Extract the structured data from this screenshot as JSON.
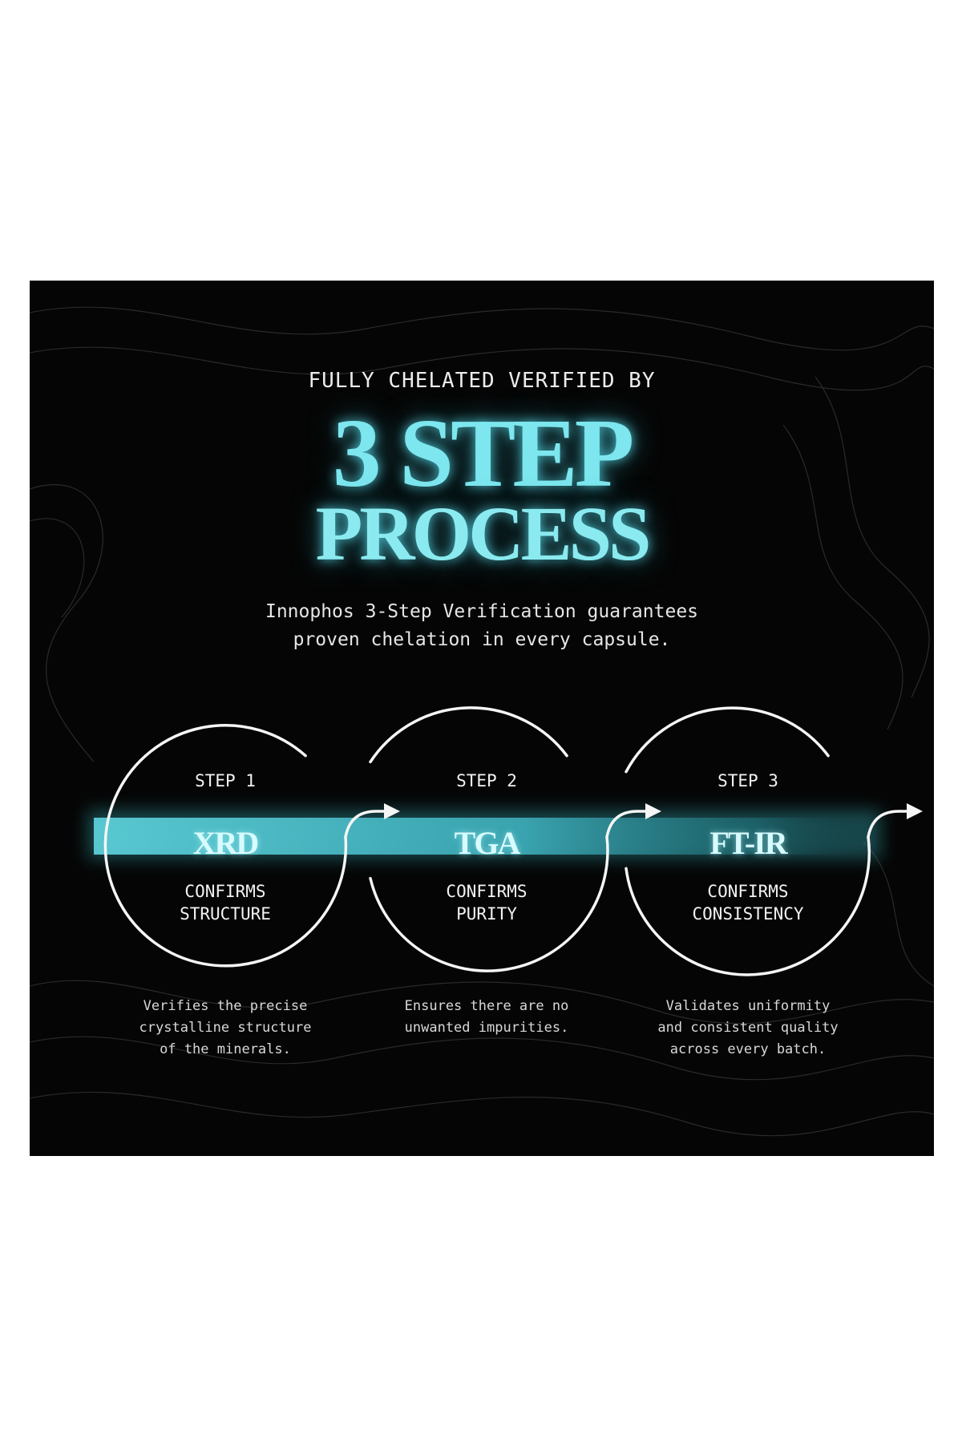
{
  "header": {
    "kicker": "FULLY CHELATED VERIFIED BY",
    "headline_line1": "3 STEP",
    "headline_line2": "PROCESS"
  },
  "intro": {
    "line1": "Innophos 3-Step Verification guarantees",
    "line2": "proven chelation in every capsule."
  },
  "steps": [
    {
      "label": "STEP 1",
      "method": "XRD",
      "confirms_line1": "CONFIRMS",
      "confirms_line2": "STRUCTURE",
      "desc_line1": "Verifies the precise",
      "desc_line2": "crystalline structure",
      "desc_line3": "of the minerals."
    },
    {
      "label": "STEP 2",
      "method": "TGA",
      "confirms_line1": "CONFIRMS",
      "confirms_line2": "PURITY",
      "desc_line1": "Ensures there are no",
      "desc_line2": "unwanted impurities.",
      "desc_line3": ""
    },
    {
      "label": "STEP 3",
      "method": "FT-IR",
      "confirms_line1": "CONFIRMS",
      "confirms_line2": "CONSISTENCY",
      "desc_line1": "Validates uniformity",
      "desc_line2": "and consistent quality",
      "desc_line3": "across every batch."
    }
  ],
  "colors": {
    "background": "#050505",
    "accent": "#7de6ee",
    "band": "#4fc6d2",
    "text": "#f2f2f2"
  }
}
